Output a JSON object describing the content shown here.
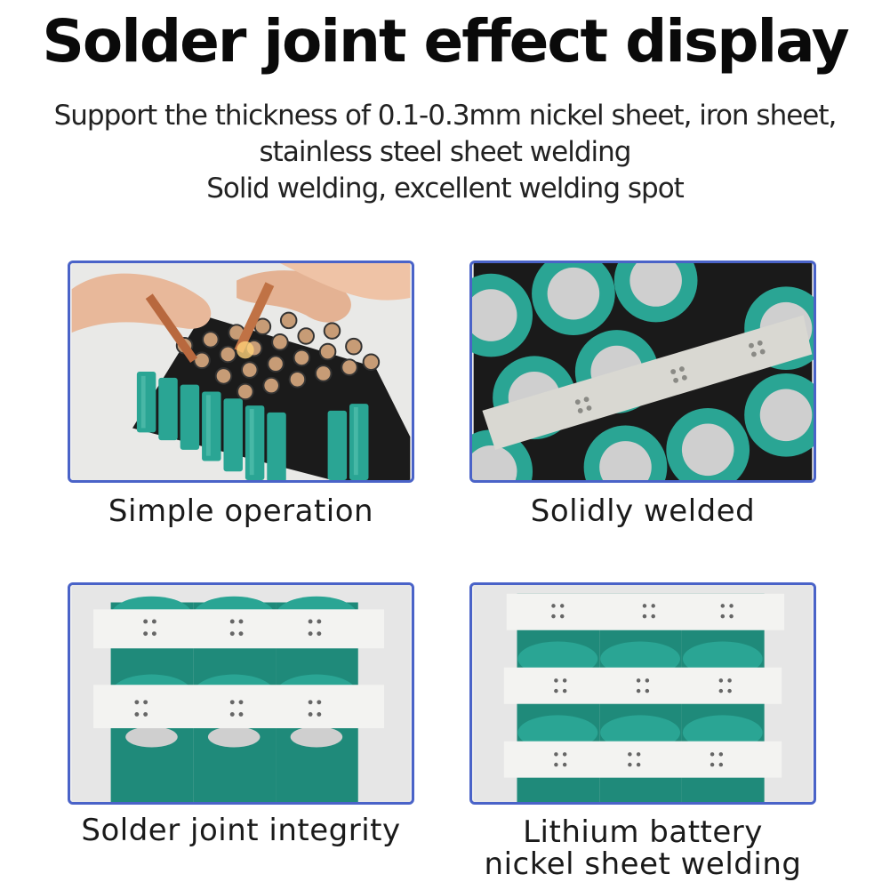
{
  "header": {
    "title": "Solder joint effect display",
    "lines": [
      "Support the thickness of 0.1-0.3mm nickel sheet, iron sheet,",
      "stainless steel sheet welding",
      "Solid welding, excellent welding spot"
    ]
  },
  "panels": [
    {
      "caption": "Simple operation"
    },
    {
      "caption": "Solidly welded"
    },
    {
      "caption": "Solder joint integrity"
    },
    {
      "caption_lines": [
        "Lithium battery",
        "nickel sheet welding"
      ]
    }
  ],
  "colors": {
    "frame": "#4a63c8",
    "battery_teal": "#2aa594",
    "battery_dark": "#1f8a7a",
    "nickel_strip": "#f3f3f1",
    "holder_black": "#1a1a1a"
  }
}
